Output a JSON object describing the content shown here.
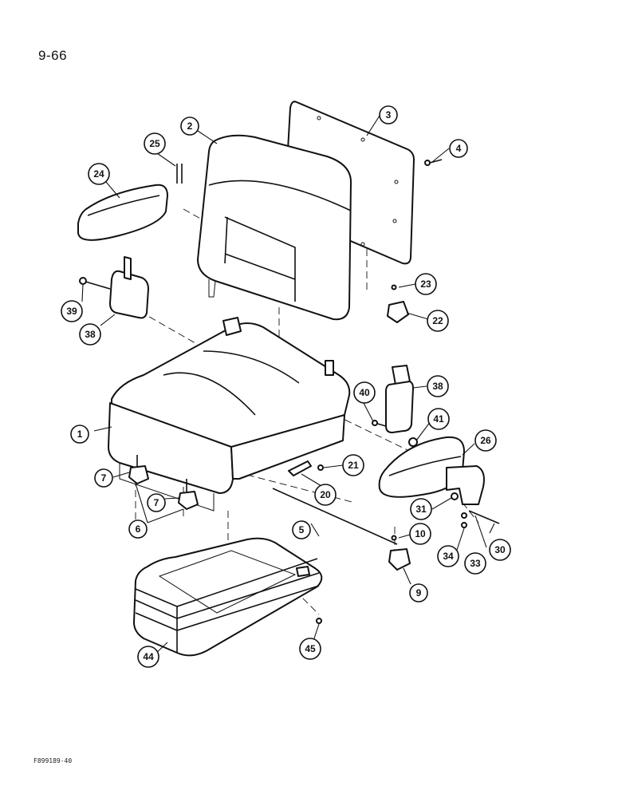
{
  "page": {
    "number": "9-66",
    "figure_code": "F899189-40"
  },
  "callouts": [
    {
      "id": "c1",
      "label": "1"
    },
    {
      "id": "c2",
      "label": "2"
    },
    {
      "id": "c3",
      "label": "3"
    },
    {
      "id": "c4",
      "label": "4"
    },
    {
      "id": "c5",
      "label": "5"
    },
    {
      "id": "c6",
      "label": "6"
    },
    {
      "id": "c7a",
      "label": "7"
    },
    {
      "id": "c7b",
      "label": "7"
    },
    {
      "id": "c9",
      "label": "9"
    },
    {
      "id": "c10",
      "label": "10"
    },
    {
      "id": "c20",
      "label": "20"
    },
    {
      "id": "c21",
      "label": "21"
    },
    {
      "id": "c22",
      "label": "22"
    },
    {
      "id": "c23",
      "label": "23"
    },
    {
      "id": "c24",
      "label": "24"
    },
    {
      "id": "c25",
      "label": "25"
    },
    {
      "id": "c26",
      "label": "26"
    },
    {
      "id": "c30",
      "label": "30"
    },
    {
      "id": "c31",
      "label": "31"
    },
    {
      "id": "c33",
      "label": "33"
    },
    {
      "id": "c34",
      "label": "34"
    },
    {
      "id": "c38a",
      "label": "38"
    },
    {
      "id": "c38b",
      "label": "38"
    },
    {
      "id": "c39",
      "label": "39"
    },
    {
      "id": "c40",
      "label": "40"
    },
    {
      "id": "c41",
      "label": "41"
    },
    {
      "id": "c44",
      "label": "44"
    },
    {
      "id": "c45",
      "label": "45"
    }
  ]
}
